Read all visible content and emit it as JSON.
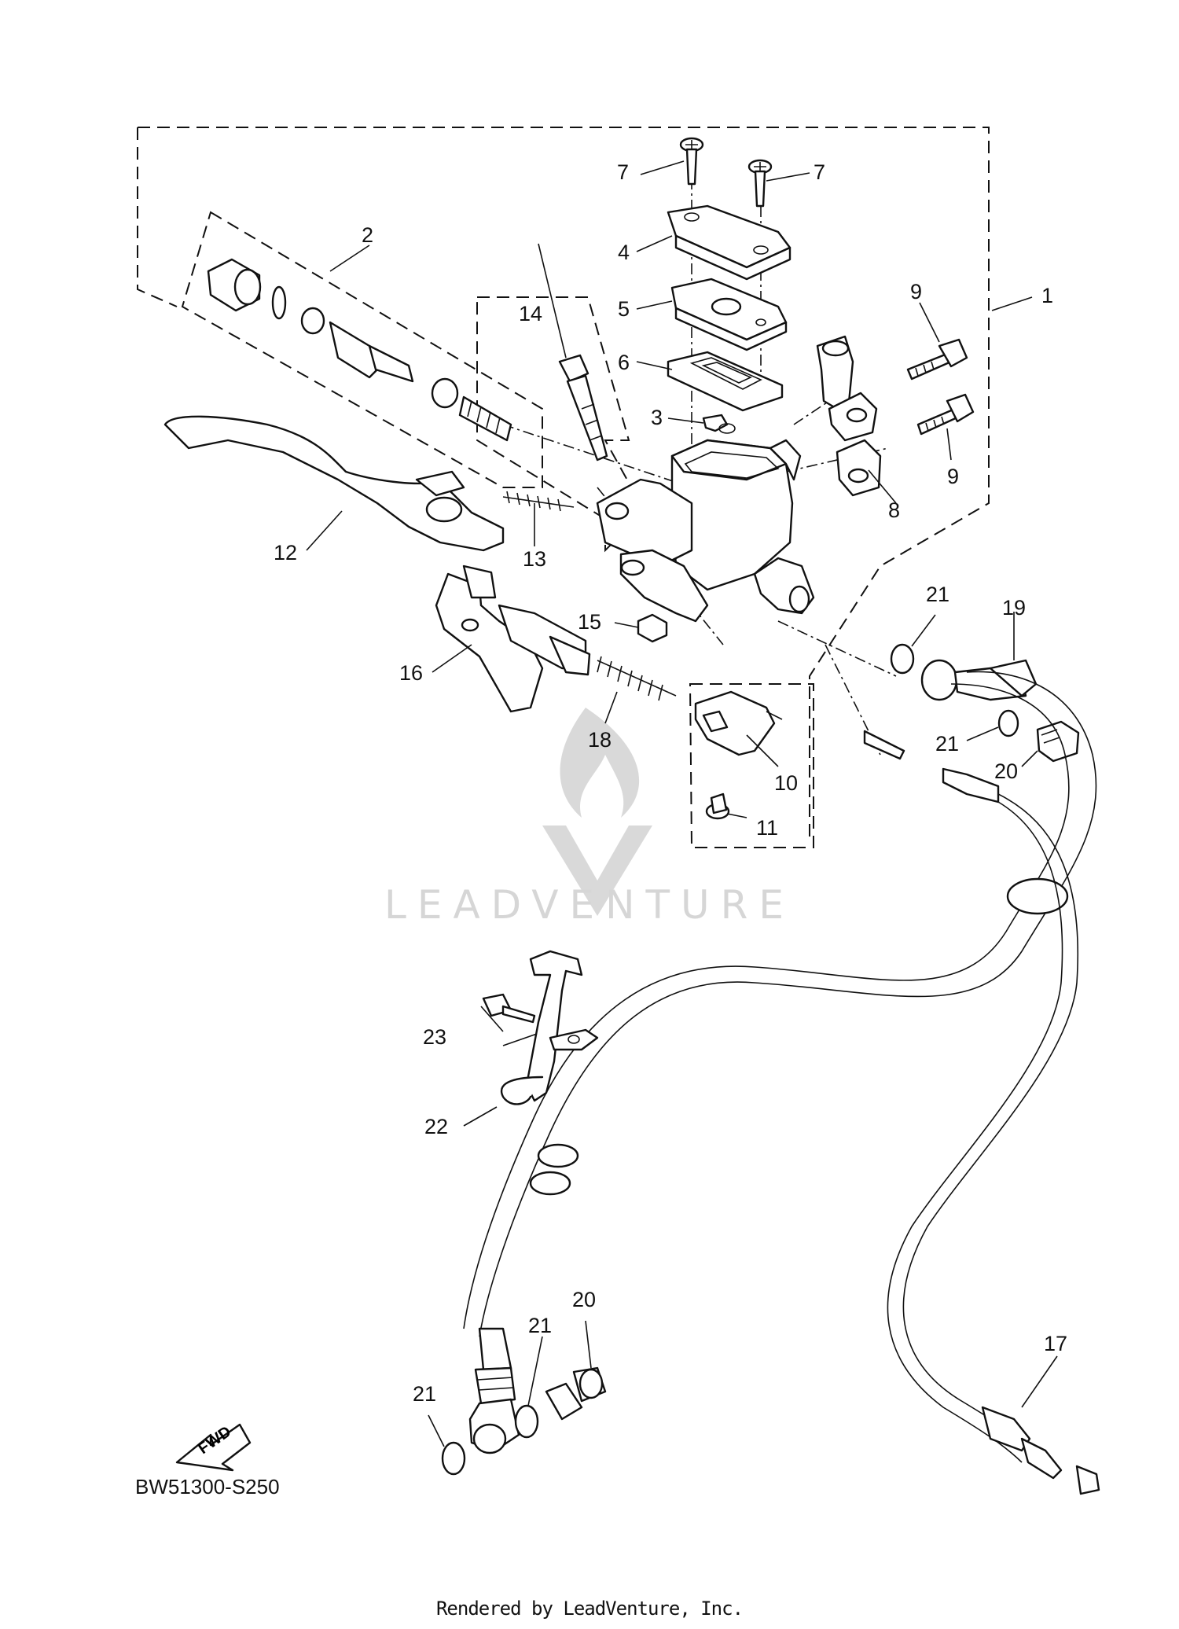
{
  "diagram": {
    "code": "BW51300-S250",
    "watermark_text": "LEADVENTURE",
    "footer_credit": "Rendered by LeadVenture, Inc.",
    "fwd_arrow_label": "FWD",
    "callouts": [
      {
        "id": "c1",
        "text": "1"
      },
      {
        "id": "c2",
        "text": "2"
      },
      {
        "id": "c3",
        "text": "3"
      },
      {
        "id": "c4",
        "text": "4"
      },
      {
        "id": "c5",
        "text": "5"
      },
      {
        "id": "c6",
        "text": "6"
      },
      {
        "id": "c7a",
        "text": "7"
      },
      {
        "id": "c7b",
        "text": "7"
      },
      {
        "id": "c8",
        "text": "8"
      },
      {
        "id": "c9a",
        "text": "9"
      },
      {
        "id": "c9b",
        "text": "9"
      },
      {
        "id": "c10",
        "text": "10"
      },
      {
        "id": "c11",
        "text": "11"
      },
      {
        "id": "c12",
        "text": "12"
      },
      {
        "id": "c13",
        "text": "13"
      },
      {
        "id": "c14",
        "text": "14"
      },
      {
        "id": "c15",
        "text": "15"
      },
      {
        "id": "c16",
        "text": "16"
      },
      {
        "id": "c17",
        "text": "17"
      },
      {
        "id": "c18",
        "text": "18"
      },
      {
        "id": "c19",
        "text": "19"
      },
      {
        "id": "c20a",
        "text": "20"
      },
      {
        "id": "c20b",
        "text": "20"
      },
      {
        "id": "c21a",
        "text": "21"
      },
      {
        "id": "c21b",
        "text": "21"
      },
      {
        "id": "c21c",
        "text": "21"
      },
      {
        "id": "c21d",
        "text": "21"
      },
      {
        "id": "c22",
        "text": "22"
      },
      {
        "id": "c23",
        "text": "23"
      }
    ]
  }
}
